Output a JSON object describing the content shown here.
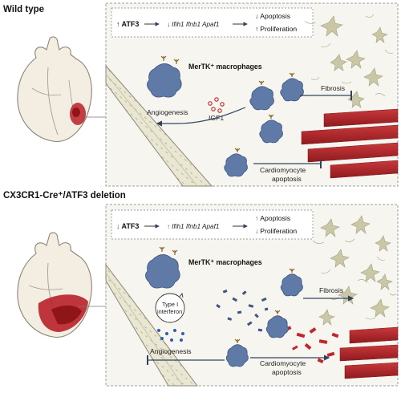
{
  "panels": [
    {
      "title": "Wild type",
      "gene": "ATF3",
      "gene_arrow": "↑",
      "targets": "Ifih1 Ifnb1 Apaf1",
      "targets_arrow": "↓",
      "outcome1": "Apoptosis",
      "outcome1_arrow": "↓",
      "outcome2": "Proliferation",
      "outcome2_arrow": "↑",
      "macrophage_label": "MerTK⁺ macrophages",
      "angiogenesis": "Angiogenesis",
      "igf1": "IGF1",
      "fibrosis": "Fibrosis",
      "cardiomyocyte": "Cardiomyocyte",
      "apoptosis": "apoptosis"
    },
    {
      "title": "CX3CR1-Cre⁺/ATF3 deletion",
      "gene": "ATF3",
      "gene_arrow": "↓",
      "targets": "Ifih1 Ifnb1 Apaf1",
      "targets_arrow": "↑",
      "outcome1": "Apoptosis",
      "outcome1_arrow": "↑",
      "outcome2": "Proliferation",
      "outcome2_arrow": "↓",
      "macrophage_label": "MerTK⁺ macrophages",
      "type_i": "Type I",
      "interferon": "interferon",
      "fibrosis": "Fibrosis",
      "angiogenesis": "Angiogenesis",
      "cardiomyocyte": "Cardiomyocyte",
      "apoptosis": "apoptosis"
    }
  ],
  "colors": {
    "macrophage": "#5f7aa6",
    "fibroblast": "#c9c7a6",
    "muscle": "#b3262a",
    "infarct": "#b8202a",
    "heart": "#f3ede2",
    "up_arrow_red": "#c0272d",
    "down_arrow_red": "#c0272d"
  }
}
